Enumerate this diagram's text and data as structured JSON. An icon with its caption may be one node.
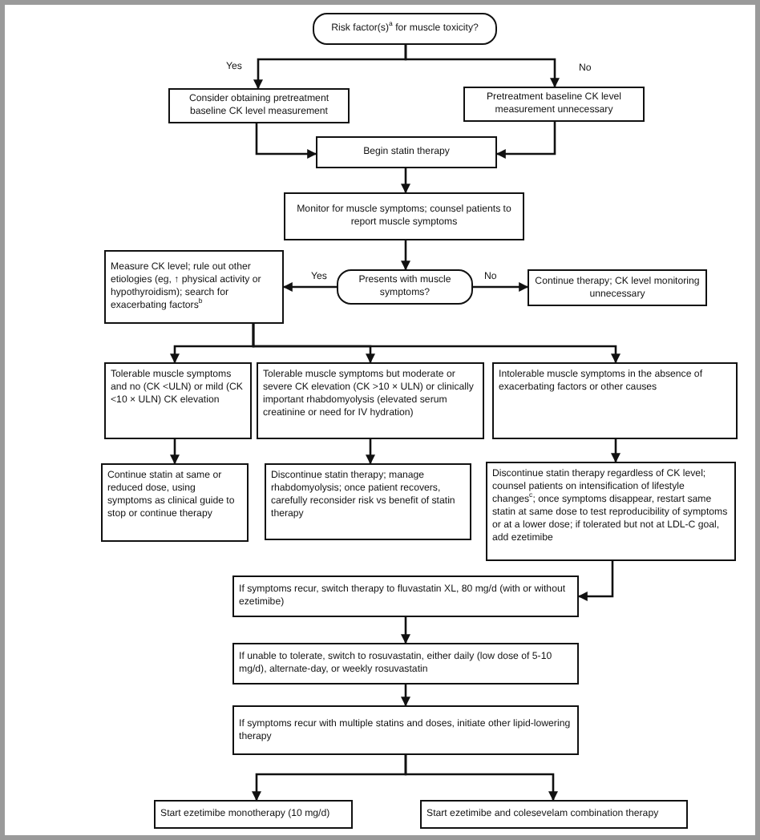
{
  "diagram": {
    "nodes": [
      {
        "text": [
          "Risk factor(s)$^{a}$ for muscle toxicity?"
        ]
      },
      {
        "text": [
          "Consider obtaining pretreatment baseline CK level measurement"
        ]
      },
      {
        "text": [
          "Pretreatment baseline CK level measurement unnecessary"
        ]
      },
      {
        "text": [
          "Begin statin therapy"
        ]
      },
      {
        "text": [
          "Monitor for muscle symptoms; counsel patients to report muscle symptoms"
        ]
      },
      {
        "text": [
          "Measure CK level; rule out other etiologies (eg, ↑ physical activity or hypothyroidism); search for exacerbating factors$^{b}$"
        ]
      },
      {
        "text": [
          "Presents with muscle symptoms?"
        ]
      },
      {
        "text": [
          "Continue therapy; CK level monitoring unnecessary"
        ]
      },
      {
        "text": [
          "Tolerable muscle symptoms and no (CK <ULN) or mild (CK <10 × ULN) CK elevation"
        ]
      },
      {
        "text": [
          "Tolerable muscle symptoms but moderate or severe CK elevation (CK >10 × ULN) or clinically important rhabdomyolysis (elevated serum creatinine or need for IV hydration)"
        ]
      },
      {
        "text": [
          "Intolerable muscle symptoms in the absence of exacerbating factors or other causes"
        ]
      },
      {
        "text": [
          "Continue statin at same or reduced dose, using symptoms as clinical guide to stop or continue therapy"
        ]
      },
      {
        "text": [
          "Discontinue statin therapy; manage rhabdomyolysis; once patient recovers, carefully reconsider risk vs benefit of statin therapy"
        ]
      },
      {
        "text": [
          "Discontinue statin therapy regardless of CK level; counsel patients on intensification of lifestyle changes$^{c}$; once symptoms disappear, restart same statin at same dose to test reproducibility of symptoms or at a lower dose; if tolerated but not at LDL-C goal, add ezetimibe"
        ]
      },
      {
        "text": [
          "If symptoms recur, switch therapy to fluvastatin XL, 80 mg/d (with or without ezetimibe)"
        ]
      },
      {
        "text": [
          "If unable to tolerate, switch to rosuvastatin, either daily (low dose of 5-10 mg/d), alternate-day, or weekly rosuvastatin"
        ]
      },
      {
        "text": [
          "If symptoms recur with multiple statins and doses, initiate other lipid-lowering therapy"
        ]
      },
      {
        "text": [
          "Start ezetimibe monotherapy (10 mg/d)"
        ]
      },
      {
        "text": [
          "Start ezetimibe and colesevelam combination therapy"
        ]
      }
    ],
    "edges": [
      {
        "from": 0,
        "to": 1,
        "arrow": "to",
        "label": "Yes"
      },
      {
        "from": 0,
        "to": 2,
        "arrow": "to",
        "label": "No"
      },
      {
        "from": 1,
        "to": 3,
        "arrow": "to"
      },
      {
        "from": 2,
        "to": 3,
        "arrow": "to"
      },
      {
        "from": 3,
        "to": 4,
        "arrow": "to"
      },
      {
        "from": 4,
        "to": 6,
        "arrow": "to"
      },
      {
        "from": 6,
        "to": 5,
        "arrow": "to",
        "label": "Yes"
      },
      {
        "from": 6,
        "to": 7,
        "arrow": "to",
        "label": "No"
      },
      {
        "from": 5,
        "to": 8,
        "arrow": "to"
      },
      {
        "from": 5,
        "to": 9,
        "arrow": "to"
      },
      {
        "from": 5,
        "to": 10,
        "arrow": "to"
      },
      {
        "from": 8,
        "to": 11,
        "arrow": "to"
      },
      {
        "from": 9,
        "to": 12,
        "arrow": "to"
      },
      {
        "from": 10,
        "to": 13,
        "arrow": "to"
      },
      {
        "from": 13,
        "to": 14,
        "arrow": "to"
      },
      {
        "from": 14,
        "to": 15,
        "arrow": "to"
      },
      {
        "from": 15,
        "to": 16,
        "arrow": "to"
      },
      {
        "from": 16,
        "to": 17,
        "arrow": "to"
      },
      {
        "from": 16,
        "to": 18,
        "arrow": "to"
      }
    ]
  }
}
